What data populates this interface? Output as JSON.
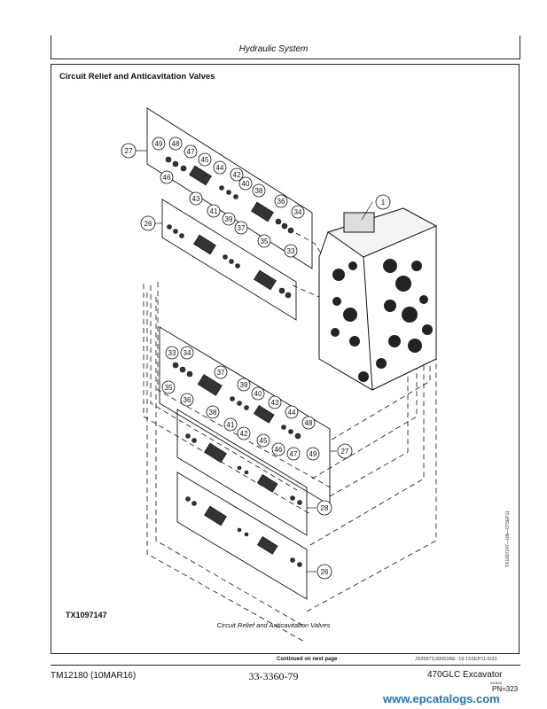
{
  "header": {
    "section_title": "Hydraulic System"
  },
  "figure": {
    "title": "Circuit Relief and Anticavitation Valves",
    "id": "TX1097147",
    "caption": "Circuit Relief and Anticavitation Valves",
    "side_code": "TX1097147—UN—07SEP11",
    "callouts": {
      "upper": [
        "49",
        "48",
        "47",
        "45",
        "46",
        "44",
        "43",
        "42",
        "40",
        "41",
        "38",
        "39",
        "37",
        "36",
        "34",
        "35",
        "33",
        "27",
        "26",
        "1"
      ],
      "lower": [
        "33",
        "34",
        "35",
        "36",
        "37",
        "38",
        "39",
        "40",
        "41",
        "42",
        "43",
        "44",
        "45",
        "46",
        "47",
        "48",
        "49",
        "27",
        "28",
        "26"
      ]
    }
  },
  "continued": "Continued on next page",
  "doc_code": "JS35873,00002AE -19-15SEP11-6/33",
  "footer": {
    "manual_id": "TM12180 (10MAR16)",
    "page_number": "33-3360-79",
    "model": "470GLC Excavator",
    "small_code": "050816",
    "pn": "PN=323"
  },
  "watermark": "www.epcatalogs.com"
}
